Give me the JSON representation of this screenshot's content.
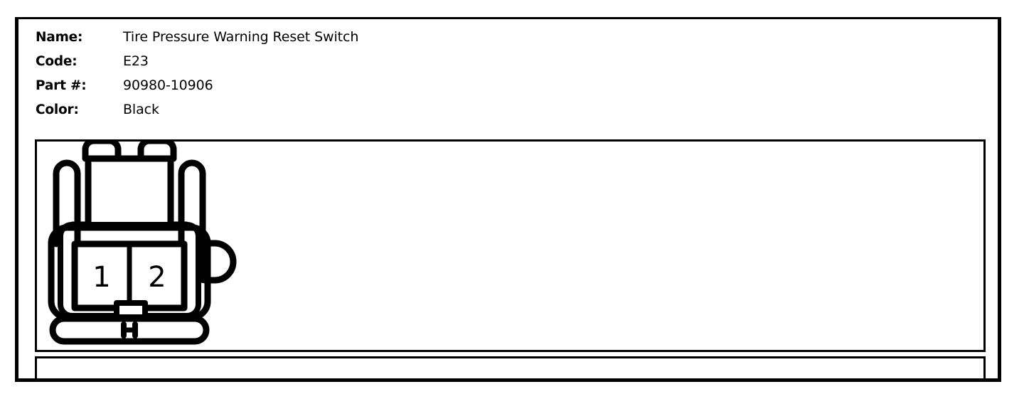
{
  "document": {
    "type": "connector-spec-sheet",
    "background_color": "#ffffff",
    "line_color": "#000000"
  },
  "spec": {
    "rows": [
      {
        "label": "Name:",
        "value": "Tire Pressure Warning Reset Switch"
      },
      {
        "label": "Code:",
        "value": "E23"
      },
      {
        "label": "Part #:",
        "value": "90980-10906"
      },
      {
        "label": "Color:",
        "value": "Black"
      }
    ]
  },
  "diagram": {
    "title": "connector-face-view",
    "terminal_count": 2,
    "pins": [
      {
        "number": "1"
      },
      {
        "number": "2"
      }
    ]
  }
}
